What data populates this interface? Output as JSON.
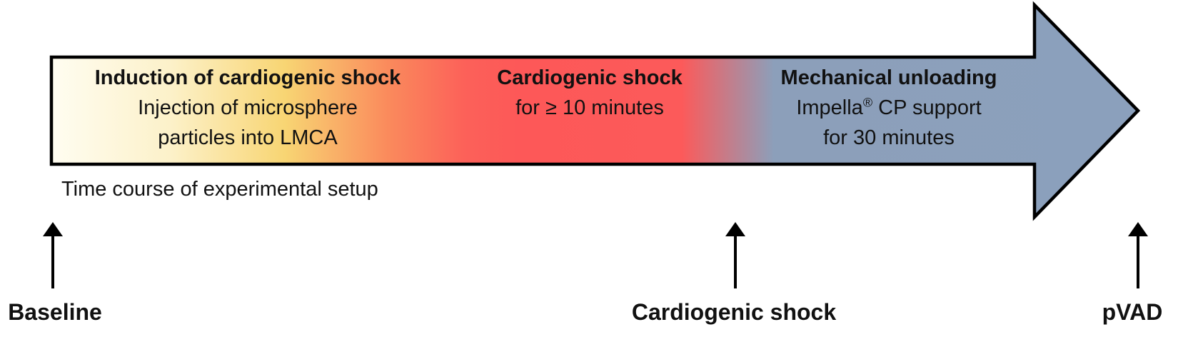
{
  "figure": {
    "caption": "Time course of experimental setup"
  },
  "timeline_arrow": {
    "phases": [
      {
        "title": "Induction of cardiogenic shock",
        "line1": "Injection of microsphere",
        "line2": "particles into LMCA"
      },
      {
        "title": "Cardiogenic shock",
        "line1": "for ≥ 10 minutes"
      },
      {
        "title": "Mechanical unloading",
        "impella_pre": "Impella",
        "impella_reg": "®",
        "impella_post": " CP support",
        "line2": "for 30 minutes"
      }
    ],
    "gradient_stops": [
      "#FFFDF1",
      "#FCF1C9",
      "#F8D573",
      "#FA8A5C",
      "#FC6159",
      "#FD5858",
      "#FC5A5A",
      "#8C9FBA",
      "#8BA0BC"
    ],
    "colors": {
      "outline": "#000000",
      "text": "#111111",
      "marker_arrow": "#000000"
    }
  },
  "markers": [
    {
      "label": "Baseline"
    },
    {
      "label": "Cardiogenic shock"
    },
    {
      "label": "pVAD"
    }
  ]
}
